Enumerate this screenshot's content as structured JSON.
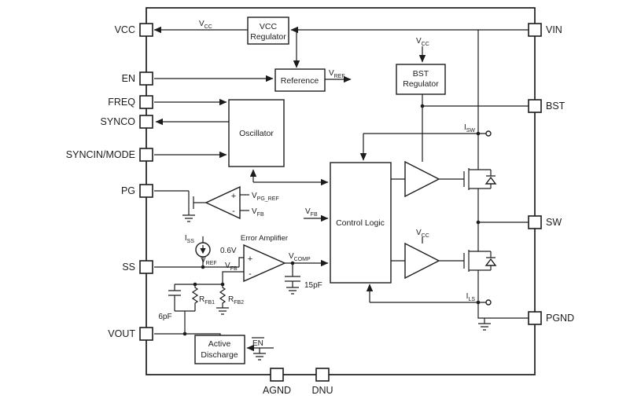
{
  "pins": {
    "left": [
      "VCC",
      "EN",
      "FREQ",
      "SYNCO",
      "SYNCIN/MODE",
      "PG",
      "SS",
      "VOUT"
    ],
    "right": [
      "VIN",
      "BST",
      "SW",
      "PGND"
    ],
    "bottom": [
      "AGND",
      "DNU"
    ]
  },
  "blocks": {
    "vcc_regulator": [
      "VCC",
      "Regulator"
    ],
    "reference": "Reference",
    "oscillator": "Oscillator",
    "bst_regulator": [
      "BST",
      "Regulator"
    ],
    "control_logic": "Control Logic",
    "active_discharge": [
      "Active",
      "Discharge"
    ],
    "error_amplifier": "Error Amplifier"
  },
  "signals": {
    "vcc": {
      "t": "V",
      "s": "CC"
    },
    "vref": {
      "t": "V",
      "s": "REF"
    },
    "vpg_ref": {
      "t": "V",
      "s": "PG_REF"
    },
    "vfb": {
      "t": "V",
      "s": "FB"
    },
    "vcomp": {
      "t": "V",
      "s": "COMP"
    },
    "iss": {
      "t": "I",
      "s": "SS"
    },
    "isw": {
      "t": "I",
      "s": "SW"
    },
    "ils": {
      "t": "I",
      "s": "LS"
    },
    "rfb1": {
      "t": "R",
      "s": "FB1"
    },
    "rfb2": {
      "t": "R",
      "s": "FB2"
    },
    "ref_voltage": "0.6V",
    "comp_cap": "15pF",
    "ff_cap": "6pF",
    "en_bar": "EN",
    "plus": "+",
    "minus": "-"
  },
  "colors": {
    "ink": "#1c1c1c",
    "background": "#ffffff"
  }
}
